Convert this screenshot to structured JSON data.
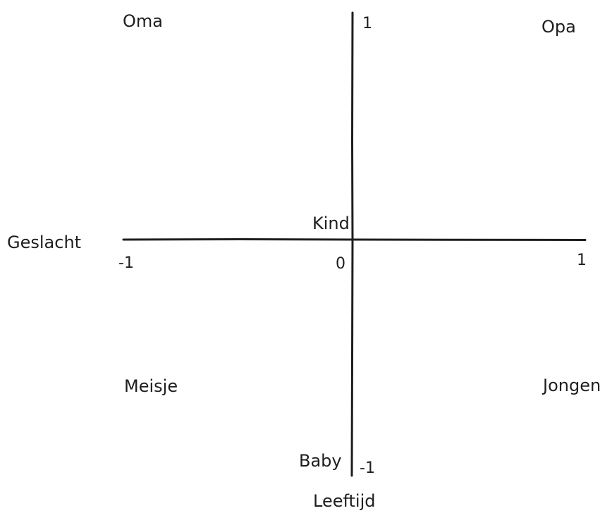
{
  "axes": {
    "x": {
      "label": "Geslacht",
      "min_label": "-1",
      "origin_label": "0",
      "max_label": "1"
    },
    "y": {
      "label": "Leeftijd",
      "min_label": "-1",
      "max_label": "1"
    }
  },
  "points": {
    "oma": "Oma",
    "opa": "Opa",
    "kind": "Kind",
    "meisje": "Meisje",
    "jongen": "Jongen",
    "baby": "Baby"
  }
}
